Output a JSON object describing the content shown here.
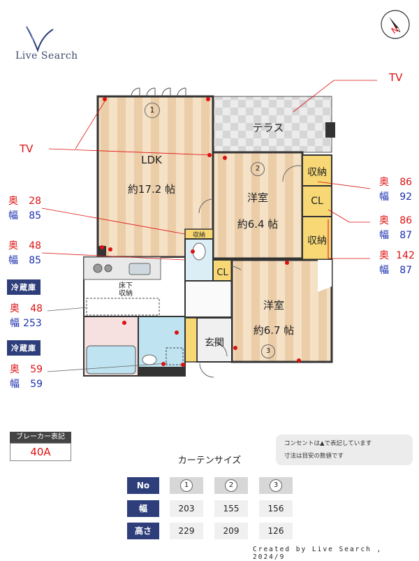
{
  "brand": {
    "name": "Live Search"
  },
  "compass": {
    "label": "N"
  },
  "rooms": {
    "terrace": "テラス",
    "ldk": "LDK",
    "ldk_size": "約17.2 帖",
    "western1": "洋室",
    "western1_size": "約6.4 帖",
    "western2": "洋室",
    "western2_size": "約6.7 帖",
    "storage": "収納",
    "cl": "CL",
    "entrance": "玄関",
    "underfloor": "床下\n収納"
  },
  "tv_labels": [
    "TV",
    "TV"
  ],
  "dimensions": [
    {
      "depth_label": "奥",
      "depth": "86",
      "width_label": "幅",
      "width": "92"
    },
    {
      "depth_label": "奥",
      "depth": "86",
      "width_label": "幅",
      "width": "87"
    },
    {
      "depth_label": "奥",
      "depth": "142",
      "width_label": "幅",
      "width": "87"
    },
    {
      "depth_label": "奥",
      "depth": "28",
      "width_label": "幅",
      "width": "85"
    },
    {
      "depth_label": "奥",
      "depth": "48",
      "width_label": "幅",
      "width": "85"
    },
    {
      "depth_label": "奥",
      "depth": "48",
      "width_label": "幅",
      "width": "253"
    },
    {
      "depth_label": "奥",
      "depth": "59",
      "width_label": "幅",
      "width": "59"
    }
  ],
  "fridge_labels": [
    "冷蔵庫",
    "冷蔵庫"
  ],
  "breaker": {
    "title": "ブレーカー表記",
    "value": "40A"
  },
  "notes": [
    "コンセントは▲で表記しています",
    "寸法は目安の数値です"
  ],
  "curtain": {
    "title": "カーテンサイズ",
    "header": [
      "No",
      "1",
      "2",
      "3"
    ],
    "rows": [
      {
        "label": "幅",
        "values": [
          "203",
          "155",
          "156"
        ]
      },
      {
        "label": "高さ",
        "values": [
          "229",
          "209",
          "126"
        ]
      }
    ]
  },
  "credit": "Created by Live Search , 2024/9",
  "colors": {
    "navy": "#2d3e7a",
    "red": "#d11111",
    "blue": "#1b2fb0",
    "floor": "#f3dcbf",
    "floor_stripe": "#e9c9a3",
    "storage": "#f7d874",
    "bath": "#bfe3f0"
  }
}
